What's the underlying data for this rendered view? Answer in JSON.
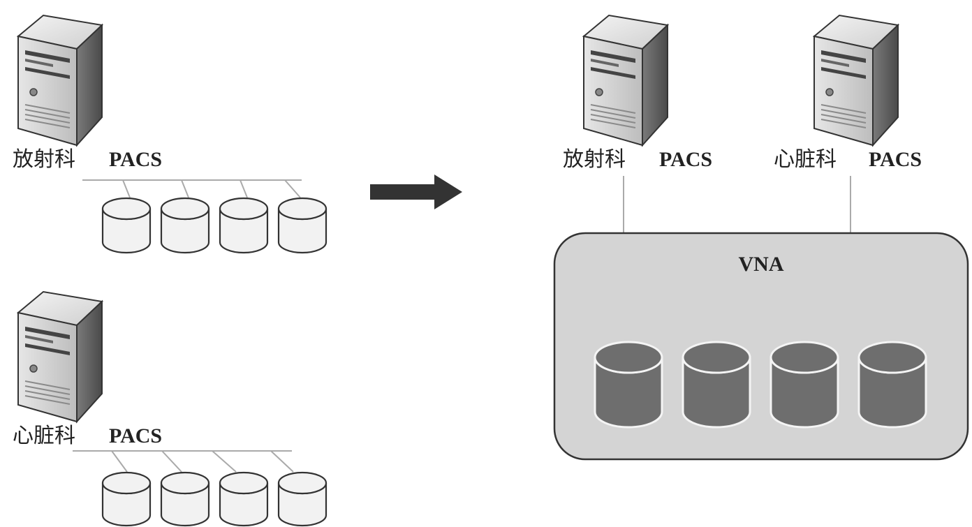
{
  "before": {
    "systems": [
      {
        "dept": "放射科",
        "system": "PACS",
        "storage_count": 4
      },
      {
        "dept": "心脏科",
        "system": "PACS",
        "storage_count": 4
      }
    ]
  },
  "after": {
    "systems": [
      {
        "dept": "放射科",
        "system": "PACS"
      },
      {
        "dept": "心脏科",
        "system": "PACS"
      }
    ],
    "archive": {
      "label": "VNA",
      "storage_count": 4
    }
  },
  "colors": {
    "cylinder_fill_before": "#f2f2f2",
    "cylinder_fill_after": "#6e6e6e",
    "vna_box_fill": "#d4d4d4",
    "arrow": "#333333",
    "line": "#aaaaaa"
  }
}
